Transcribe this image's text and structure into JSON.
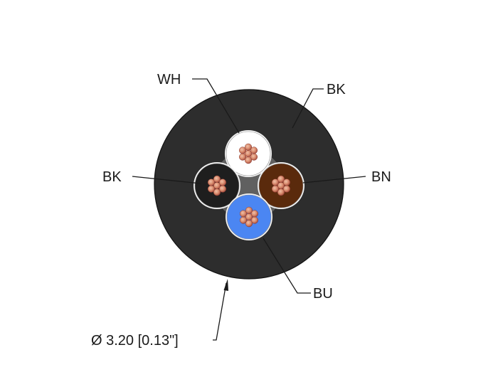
{
  "labels": {
    "wh": "WH",
    "bk_jacket": "BK",
    "bk_core": "BK",
    "bn": "BN",
    "bu": "BU",
    "diameter": "Ø 3.20 [0.13\"]"
  },
  "colors": {
    "jacket": "#2d2d2d",
    "white_core": "#ffffff",
    "black_core": "#1e1e1e",
    "brown_core": "#5a2a0c",
    "blue_core": "#4b86f2",
    "filler": "#606060",
    "copper_light": "#f0c0a8",
    "copper": "#d98c6e",
    "copper_dark": "#a0463a"
  }
}
